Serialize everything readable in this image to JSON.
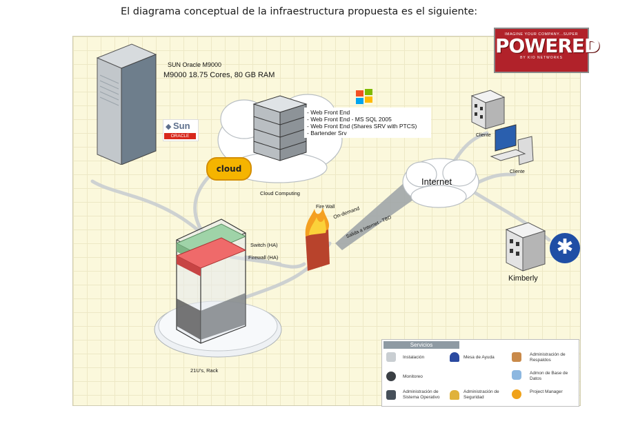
{
  "heading": "El diagrama conceptual de la infraestructura propuesta es el siguiente:",
  "badge": {
    "top": "IMAGINE YOUR COMPANY...SUPER",
    "main": "POWERED",
    "sub": "BY KIO NETWORKS"
  },
  "server": {
    "name": "SUN Oracle M9000",
    "spec": "M9000 18.75 Cores, 80 GB RAM",
    "logo_sun": "Sun",
    "logo_oracle": "ORACLE"
  },
  "cloud": {
    "items": [
      "- Web Front End",
      "- Web Front End - MS SQL 2005",
      "- Web Front End (Shares SRV with PTCS)",
      "- Bartender Srv"
    ],
    "label": "Cloud Computing",
    "tag": "cloud"
  },
  "firewall": {
    "label": "Fire Wall",
    "on_demand": "On-demand",
    "exit": "Salida a Internet - TBD"
  },
  "rack": {
    "switch": "Switch (HA)",
    "firewall": "Firewall (HA)",
    "label": "21U's, Rack"
  },
  "internet": "Internet",
  "clients": [
    "Cliente",
    "Cliente"
  ],
  "kimberly": "Kimberly",
  "services": {
    "title": "Servicios",
    "items": [
      "Instalación",
      "Mesa de Ayuda",
      "Administración de Respaldos",
      "Monitoreo",
      "Admon de Base de Datos",
      "Administración de Sistema Operativo",
      "Administración de Seguridad",
      "Project Manager"
    ]
  },
  "colors": {
    "canvas_bg": "#fbf8dc",
    "badge_red": "#b1222a",
    "link_gray": "#cfd3d6",
    "fire": "#e8642a"
  }
}
